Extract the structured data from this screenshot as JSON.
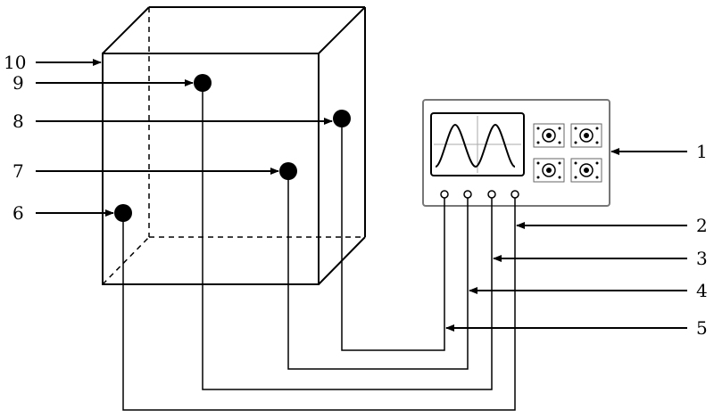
{
  "labels": {
    "l1": "1",
    "l2": "2",
    "l3": "3",
    "l4": "4",
    "l5": "5",
    "l6": "6",
    "l7": "7",
    "l8": "8",
    "l9": "9",
    "l10": "10"
  },
  "oscilloscope": {
    "knob_count": 4,
    "port_count": 4
  }
}
